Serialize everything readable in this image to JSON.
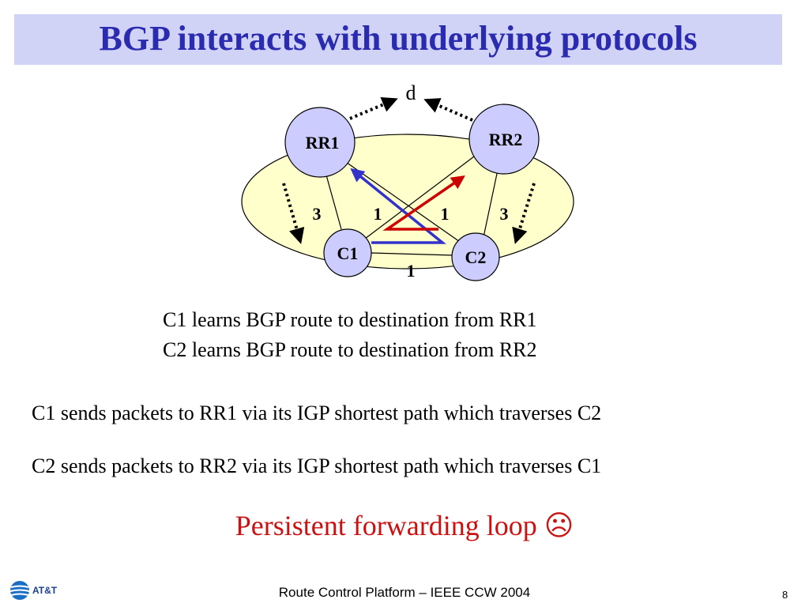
{
  "title": "BGP interacts with underlying protocols",
  "diagram": {
    "destination": "d",
    "nodes": {
      "rr1": "RR1",
      "rr2": "RR2",
      "c1": "C1",
      "c2": "C2"
    },
    "weights": {
      "rr1_c1": "3",
      "rr2_c2": "3",
      "rr1_c2": "1",
      "rr2_c1": "1",
      "c1_c2": "1"
    },
    "colors": {
      "node_fill": "#ccccff",
      "cloud_fill": "#ffffcc",
      "c1_path": "#3333cc",
      "c2_path": "#cc0000"
    }
  },
  "statements": [
    "C1 learns BGP route to destination from RR1",
    "C2 learns BGP route to destination from RR2",
    "C1 sends packets to RR1 via its IGP shortest path which traverses C2",
    "C2 sends packets to RR2 via its IGP shortest path which traverses C1"
  ],
  "conclusion": "Persistent forwarding loop ☹",
  "footer": {
    "text": "Route Control Platform – IEEE CCW 2004",
    "page": "8",
    "logo": "AT&T"
  }
}
